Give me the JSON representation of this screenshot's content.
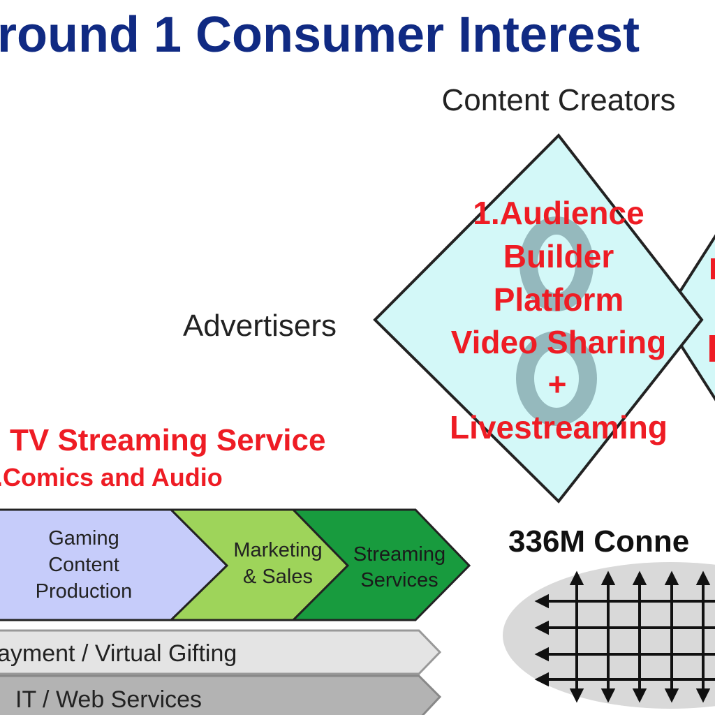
{
  "title": "round 1 Consumer Interest",
  "labels": {
    "content_creators": "Content Creators",
    "advertisers": "Advertisers"
  },
  "diamond": {
    "lines": [
      "1.Audience",
      "Builder",
      "Platform",
      "Video Sharing",
      "+",
      "Livestreaming"
    ]
  },
  "services": {
    "line1": "TV Streaming Service",
    "line2": ".Comics and Audio"
  },
  "value_chain": {
    "stages": [
      {
        "lines": [
          "Gaming",
          "Content",
          "Production"
        ]
      },
      {
        "lines": [
          "Marketing",
          "& Sales"
        ]
      },
      {
        "lines": [
          "Streaming",
          "Services"
        ]
      }
    ],
    "support_bars": [
      "ayment / Virtual Gifting",
      "IT / Web Services"
    ]
  },
  "connections": {
    "label": "336M Conne"
  },
  "colors": {
    "title": "#102a83",
    "red": "#ee1c24",
    "diamond_fill": "#d3f8f8",
    "stage1": "#c6ccfa",
    "stage2": "#9ed45a",
    "stage3": "#189b3e",
    "bar1": "#e4e4e4",
    "bar2": "#b3b3b3",
    "ellipse": "#d9d9d9"
  }
}
